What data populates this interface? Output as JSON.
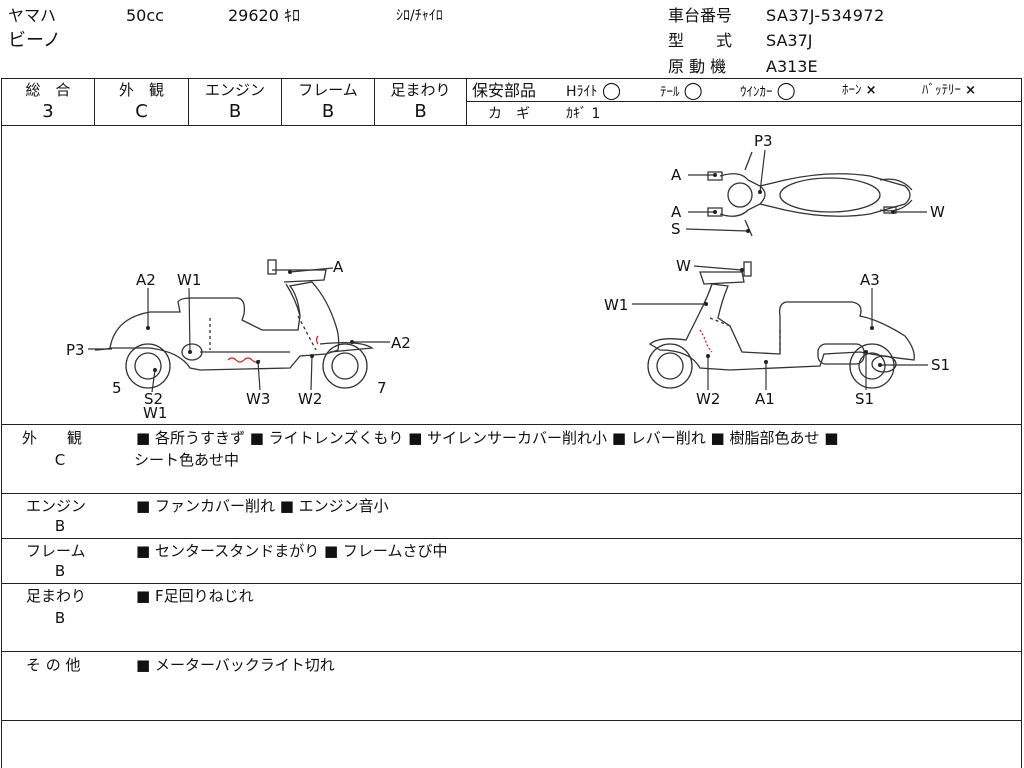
{
  "header": {
    "maker": "ヤマハ",
    "displacement": "50cc",
    "mileage": "29620 ｷﾛ",
    "color": "ｼﾛ/ﾁｬｲﾛ",
    "model_name": "ビーノ",
    "frame_no_label": "車台番号",
    "frame_no_value": "SA37J-534972",
    "type_label": "型　　式",
    "type_value": "SA37J",
    "engine_label": "原 動 機",
    "engine_value": "A313E"
  },
  "grades": [
    {
      "label": "総　合",
      "value": "3"
    },
    {
      "label": "外　観",
      "value": "C"
    },
    {
      "label": "エンジン",
      "value": "B"
    },
    {
      "label": "フレーム",
      "value": "B"
    },
    {
      "label": "足まわり",
      "value": "B"
    }
  ],
  "safety": {
    "label": "保安部品",
    "items": [
      {
        "name": "Hﾗｲﾄ",
        "mark": "◯"
      },
      {
        "name": "ﾃｰﾙ",
        "mark": "◯"
      },
      {
        "name": "ｳｲﾝｶｰ",
        "mark": "◯"
      },
      {
        "name": "ﾎｰﾝ",
        "mark": "×"
      },
      {
        "name": "ﾊﾞｯﾃﾘｰ",
        "mark": "×"
      }
    ],
    "key_label": "カ　ギ",
    "key_value": "ｶｷﾞ 1"
  },
  "diagram_labels": {
    "top": [
      "P3",
      "A",
      "A",
      "S",
      "W"
    ],
    "left": [
      "A",
      "A2",
      "W1",
      "P3",
      "5",
      "S2",
      "W1",
      "W3",
      "W2",
      "A2",
      "7"
    ],
    "right": [
      "W",
      "A3",
      "W1",
      "S1",
      "W2",
      "A1",
      "S1"
    ]
  },
  "notes": [
    {
      "label": "外　　観",
      "grade": "C",
      "text": "■ 各所うすきず ■ ライトレンズくもり ■ サイレンサーカバー削れ小 ■ レバー削れ ■ 樹脂部色あせ ■",
      "text2": "シート色あせ中"
    },
    {
      "label": "エンジン",
      "grade": "B",
      "text": "■ ファンカバー削れ ■ エンジン音小",
      "text2": ""
    },
    {
      "label": "フレーム",
      "grade": "B",
      "text": "■ センタースタンドまがり ■ フレームさび中",
      "text2": ""
    },
    {
      "label": "足まわり",
      "grade": "B",
      "text": "■ F足回りねじれ",
      "text2": ""
    },
    {
      "label": "そ の 他",
      "grade": "",
      "text": "■ メーターバックライト切れ",
      "text2": ""
    }
  ]
}
